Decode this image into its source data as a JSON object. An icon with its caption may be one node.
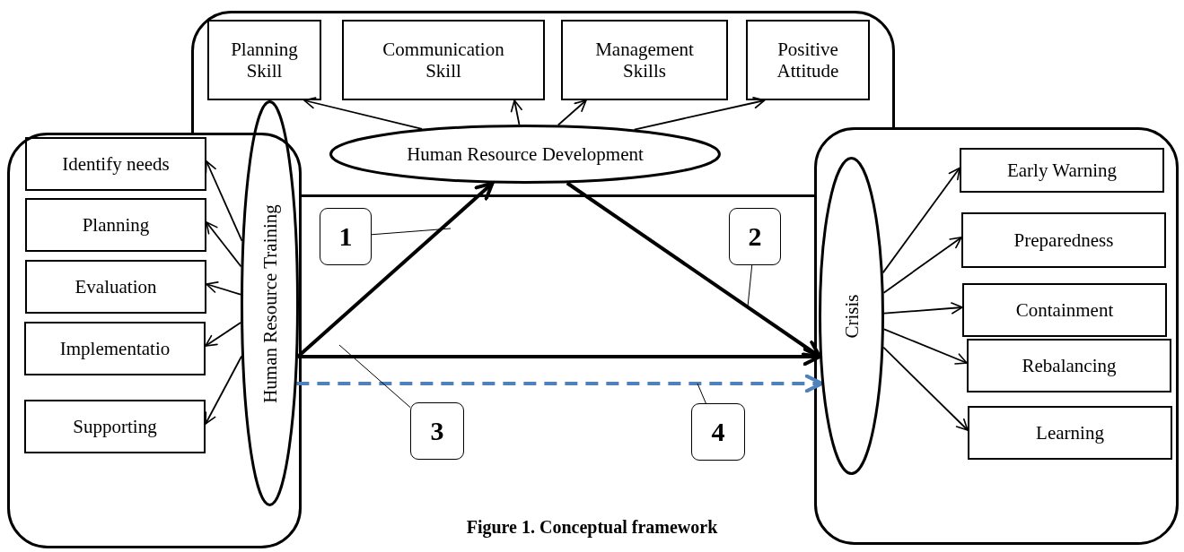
{
  "diagram": {
    "caption": "Figure 1. Conceptual framework",
    "nodes": [
      {
        "text": [],
        "shape": "box"
      },
      {
        "text": [
          "Planning Skill"
        ],
        "in": 0
      },
      {
        "text": [
          "Communication Skill"
        ],
        "in": 0
      },
      {
        "text": [
          "Management Skills"
        ],
        "in": 0
      },
      {
        "text": [
          "Positive Attitude"
        ],
        "in": 0
      },
      {
        "text": [
          "Human Resource Development"
        ],
        "in": 0
      },
      {
        "text": [],
        "shape": "box"
      },
      {
        "text": [
          "Identify needs"
        ],
        "in": 6
      },
      {
        "text": [
          "Planning"
        ],
        "in": 6
      },
      {
        "text": [
          "Evaluation"
        ],
        "in": 6
      },
      {
        "text": [
          "Implementatio"
        ],
        "in": 6
      },
      {
        "text": [
          "Supporting"
        ],
        "in": 6
      },
      {
        "text": [
          "Human Resource Training"
        ]
      },
      {
        "text": [],
        "shape": "box"
      },
      {
        "text": [
          "Crisis"
        ],
        "in": 13
      },
      {
        "text": [
          "Early Warning"
        ],
        "in": 13
      },
      {
        "text": [
          "Preparedness"
        ],
        "in": 13
      },
      {
        "text": [
          "Containment"
        ],
        "in": 13
      },
      {
        "text": [
          "Rebalancing"
        ],
        "in": 13
      },
      {
        "text": [
          "Learning"
        ],
        "in": 13
      },
      {
        "text": [
          "1"
        ]
      },
      {
        "text": [
          "2"
        ]
      },
      {
        "text": [
          "3"
        ]
      },
      {
        "text": [
          "4"
        ]
      }
    ],
    "edges": [
      {
        "from": 5,
        "to": 1,
        "arrow": "to"
      },
      {
        "from": 5,
        "to": 2,
        "arrow": "to"
      },
      {
        "from": 5,
        "to": 3,
        "arrow": "to"
      },
      {
        "from": 5,
        "to": 4,
        "arrow": "to"
      },
      {
        "from": 12,
        "to": 7,
        "arrow": "to"
      },
      {
        "from": 12,
        "to": 8,
        "arrow": "to"
      },
      {
        "from": 12,
        "to": 9,
        "arrow": "to"
      },
      {
        "from": 12,
        "to": 10,
        "arrow": "to"
      },
      {
        "from": 12,
        "to": 11,
        "arrow": "to"
      },
      {
        "from": 14,
        "to": 15,
        "arrow": "to"
      },
      {
        "from": 14,
        "to": 16,
        "arrow": "to"
      },
      {
        "from": 14,
        "to": 17,
        "arrow": "to"
      },
      {
        "from": 14,
        "to": 18,
        "arrow": "to"
      },
      {
        "from": 14,
        "to": 19,
        "arrow": "to"
      },
      {
        "from": 12,
        "to": 5,
        "arrow": "to",
        "style": "thick"
      },
      {
        "from": 5,
        "to": 14,
        "arrow": "to",
        "style": "thick"
      },
      {
        "from": 12,
        "to": 14,
        "arrow": "to",
        "style": "thick"
      },
      {
        "from": 12,
        "to": 14,
        "arrow": "to",
        "style": "dashed",
        "color": "#4f81bd"
      },
      {
        "from": 20,
        "to": null,
        "arrow": "none"
      },
      {
        "from": 21,
        "to": null,
        "arrow": "none"
      },
      {
        "from": 22,
        "to": null,
        "arrow": "none"
      },
      {
        "from": 23,
        "to": null,
        "arrow": "none"
      }
    ]
  }
}
